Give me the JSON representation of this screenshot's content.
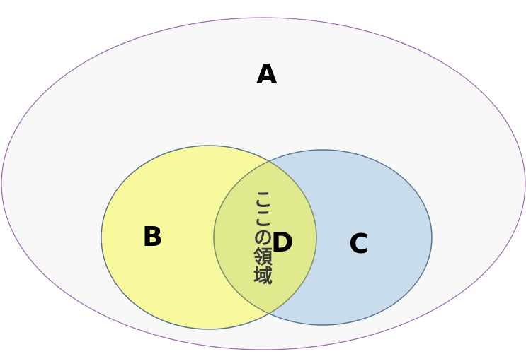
{
  "sets": {
    "a": {
      "label": "A",
      "fill": "#f8f8f8",
      "stroke": "#9a6ab0"
    },
    "b": {
      "label": "B",
      "fill": "#f8f89c",
      "stroke": "#5d7393"
    },
    "c": {
      "label": "C",
      "fill": "#c8dcec",
      "stroke": "#5d7393"
    },
    "d": {
      "label": "D",
      "fill": "#e0e98e"
    }
  },
  "annotation": "ここの領域"
}
